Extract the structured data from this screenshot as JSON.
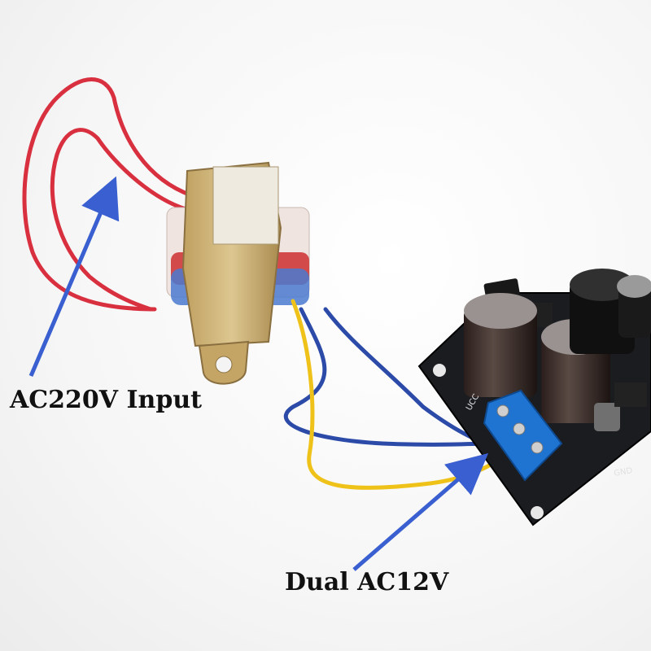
{
  "annotations": {
    "input_label": "AC220V Input",
    "output_label": "Dual AC12V",
    "arrow_color": "#3a5fd0"
  },
  "pcb": {
    "silkscreen": [
      "UCC",
      "GND"
    ]
  },
  "colors": {
    "primary_wire": "#d93040",
    "secondary_wire_blue": "#2c4aa8",
    "secondary_wire_yellow": "#efc21a",
    "terminal_block": "#1f73d1",
    "pcb": "#1a1c20",
    "transformer_shell": "#c9a96a"
  }
}
